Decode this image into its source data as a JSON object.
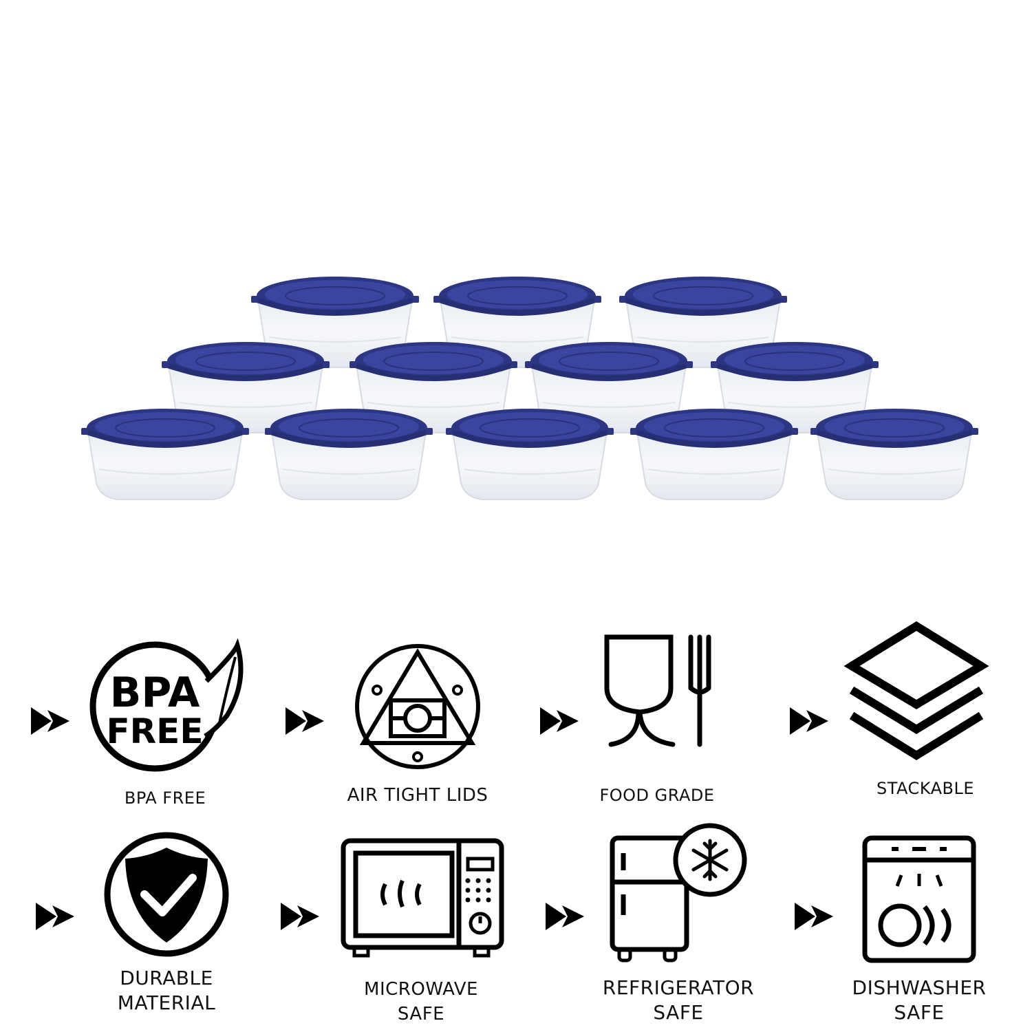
{
  "colors": {
    "lid": "#2c3683",
    "lid_top": "#3a45a0",
    "ink": "#111111",
    "container": "#f2f4f7"
  },
  "product": {
    "container_count": 12,
    "rows": [
      3,
      4,
      5
    ]
  },
  "features": [
    {
      "icon": "bpa-free-leaf-icon",
      "label_lines": [
        "BPA FREE"
      ],
      "badge_text": [
        "BPA",
        "FREE"
      ]
    },
    {
      "icon": "air-tight-lid-icon",
      "label_lines": [
        "AIR TIGHT LIDS"
      ]
    },
    {
      "icon": "wine-glass-fork-icon",
      "label_lines": [
        "FOOD GRADE"
      ]
    },
    {
      "icon": "stack-layers-icon",
      "label_lines": [
        "STACKABLE"
      ]
    },
    {
      "icon": "shield-check-icon",
      "label_lines": [
        "DURABLE",
        "MATERIAL"
      ]
    },
    {
      "icon": "microwave-icon",
      "label_lines": [
        "MICROWAVE",
        "SAFE"
      ]
    },
    {
      "icon": "refrigerator-snowflake-icon",
      "label_lines": [
        "REFRIGERATOR",
        "SAFE"
      ]
    },
    {
      "icon": "dishwasher-icon",
      "label_lines": [
        "DISHWASHER",
        "SAFE"
      ]
    }
  ],
  "bullet_icon": "double-arrow-icon"
}
